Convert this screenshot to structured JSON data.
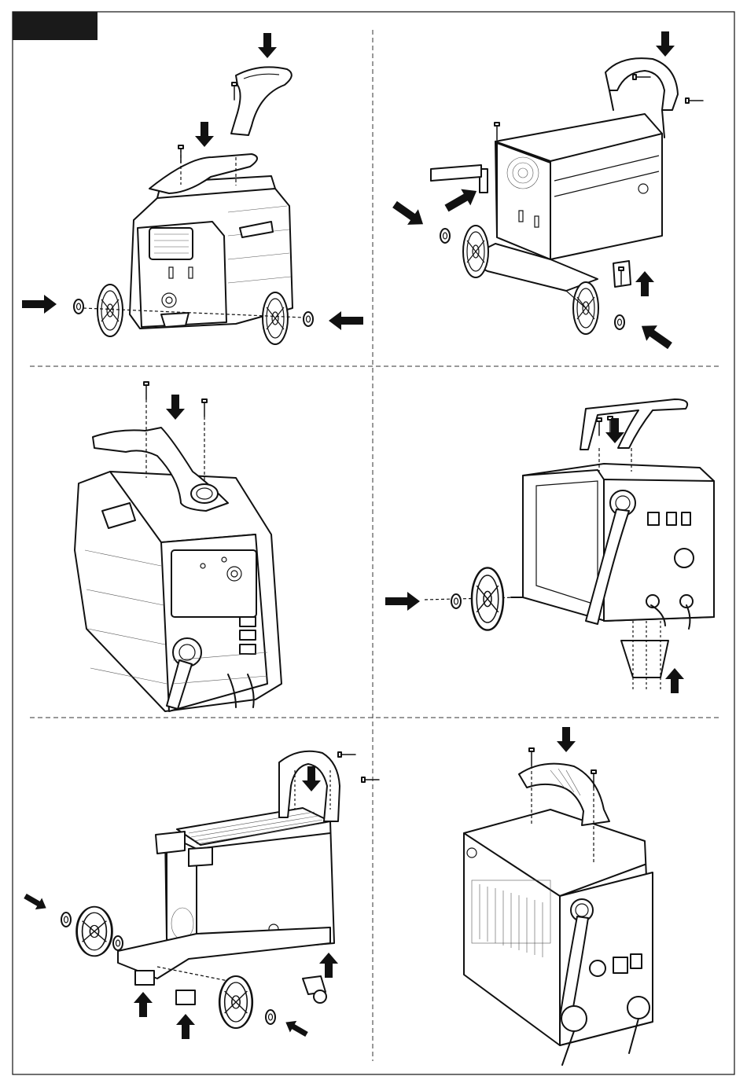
{
  "header": {
    "tab_color": "#1a1a1a"
  },
  "panels": [
    {
      "id": "panel-1",
      "arrows": 4
    },
    {
      "id": "panel-2",
      "arrows": 5
    },
    {
      "id": "panel-3",
      "arrows": 1
    },
    {
      "id": "panel-4",
      "arrows": 3
    },
    {
      "id": "panel-5",
      "arrows": 6
    },
    {
      "id": "panel-6",
      "arrows": 1
    }
  ],
  "colors": {
    "line": "#111111",
    "background": "#ffffff",
    "divider": "#333333"
  }
}
